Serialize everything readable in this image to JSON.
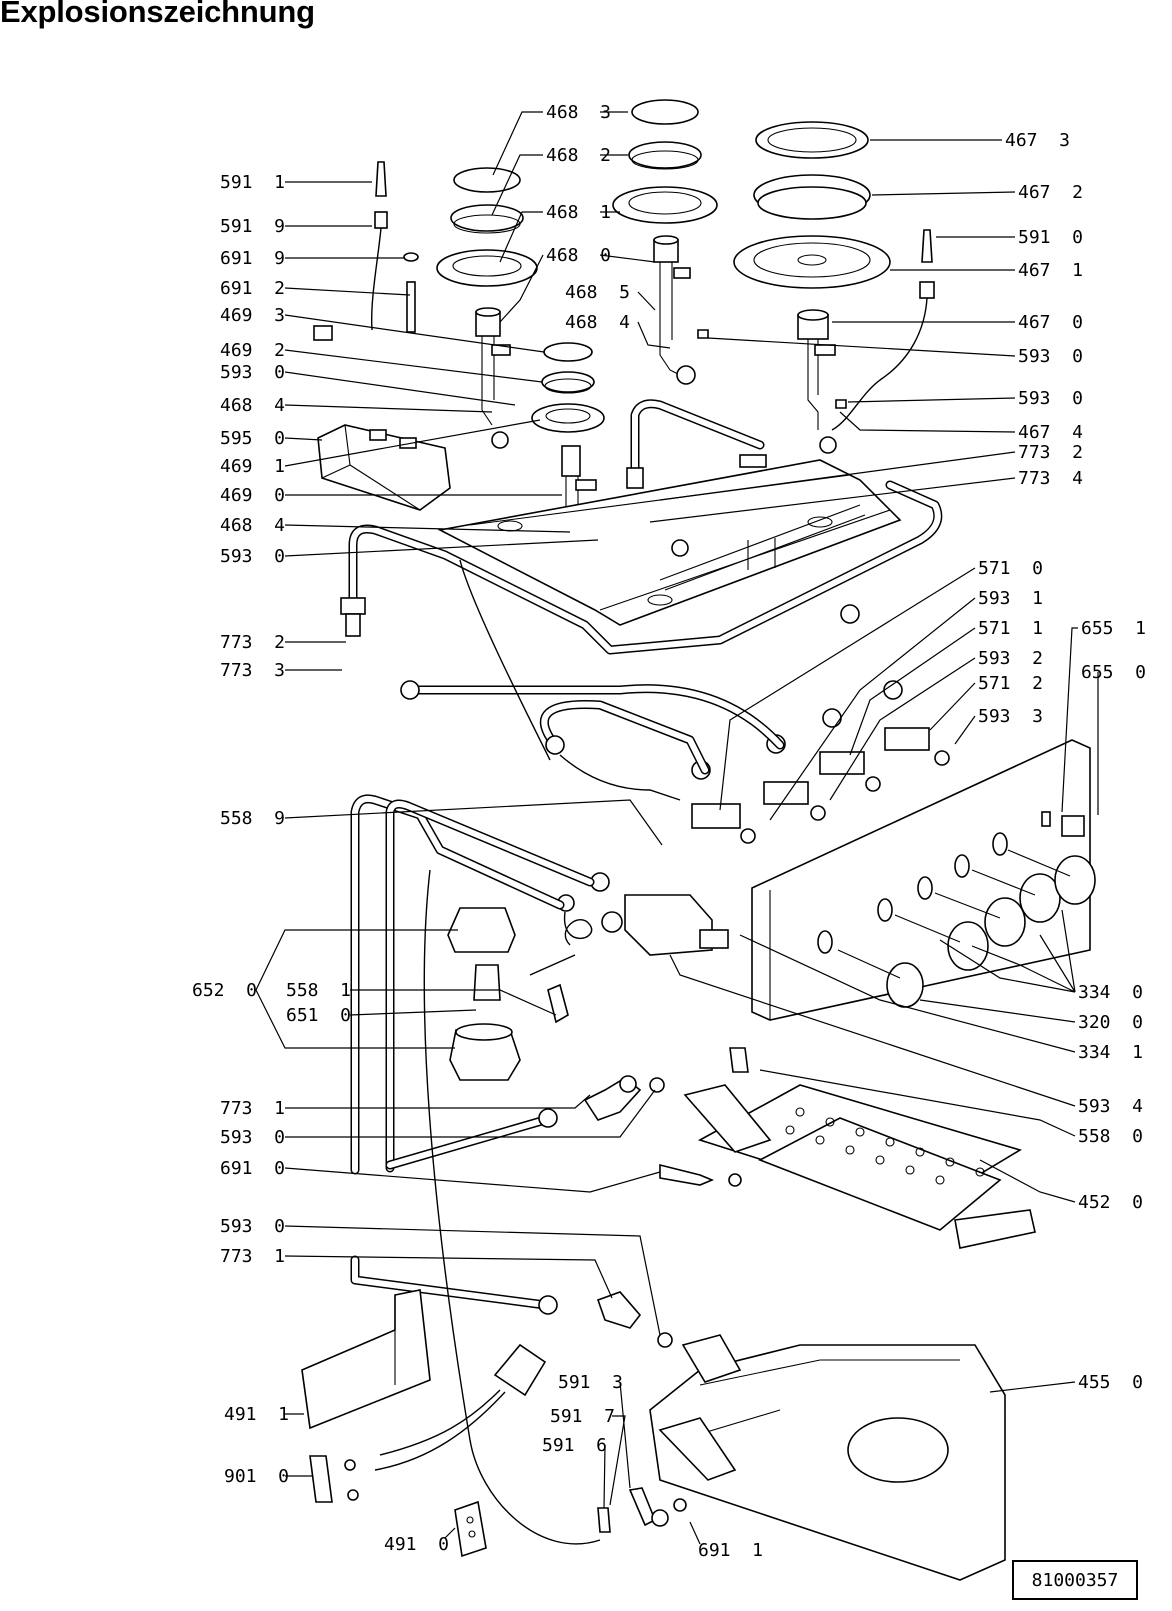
{
  "title": "Explosionszeichnung",
  "document_number": "81000357",
  "callouts": [
    {
      "id": "c1",
      "label": "468  3"
    },
    {
      "id": "c2",
      "label": "468  2"
    },
    {
      "id": "c3",
      "label": "468  1"
    },
    {
      "id": "c4",
      "label": "468  0"
    },
    {
      "id": "c5",
      "label": "468  5"
    },
    {
      "id": "c6",
      "label": "468  4"
    },
    {
      "id": "c7",
      "label": "467  3"
    },
    {
      "id": "c8",
      "label": "467  2"
    },
    {
      "id": "c9",
      "label": "591  0"
    },
    {
      "id": "c10",
      "label": "467  1"
    },
    {
      "id": "c11",
      "label": "467  0"
    },
    {
      "id": "c12",
      "label": "593  0"
    },
    {
      "id": "c13",
      "label": "593  0"
    },
    {
      "id": "c14",
      "label": "467  4"
    },
    {
      "id": "c15",
      "label": "773  2"
    },
    {
      "id": "c16",
      "label": "773  4"
    },
    {
      "id": "c17",
      "label": "591  1"
    },
    {
      "id": "c18",
      "label": "591  9"
    },
    {
      "id": "c19",
      "label": "691  9"
    },
    {
      "id": "c20",
      "label": "691  2"
    },
    {
      "id": "c21",
      "label": "469  3"
    },
    {
      "id": "c22",
      "label": "469  2"
    },
    {
      "id": "c23",
      "label": "593  0"
    },
    {
      "id": "c24",
      "label": "468  4"
    },
    {
      "id": "c25",
      "label": "595  0"
    },
    {
      "id": "c26",
      "label": "469  1"
    },
    {
      "id": "c27",
      "label": "469  0"
    },
    {
      "id": "c28",
      "label": "468  4"
    },
    {
      "id": "c29",
      "label": "593  0"
    },
    {
      "id": "c30",
      "label": "773  2"
    },
    {
      "id": "c31",
      "label": "773  3"
    },
    {
      "id": "c32",
      "label": "571  0"
    },
    {
      "id": "c33",
      "label": "593  1"
    },
    {
      "id": "c34",
      "label": "571  1"
    },
    {
      "id": "c35",
      "label": "593  2"
    },
    {
      "id": "c36",
      "label": "571  2"
    },
    {
      "id": "c37",
      "label": "593  3"
    },
    {
      "id": "c38",
      "label": "655  1"
    },
    {
      "id": "c39",
      "label": "655  0"
    },
    {
      "id": "c40",
      "label": "558  9"
    },
    {
      "id": "c41",
      "label": "652  0"
    },
    {
      "id": "c42",
      "label": "558  1"
    },
    {
      "id": "c43",
      "label": "651  0"
    },
    {
      "id": "c44",
      "label": "334  0"
    },
    {
      "id": "c45",
      "label": "320  0"
    },
    {
      "id": "c46",
      "label": "334  1"
    },
    {
      "id": "c47",
      "label": "773  1"
    },
    {
      "id": "c48",
      "label": "593  0"
    },
    {
      "id": "c49",
      "label": "593  4"
    },
    {
      "id": "c50",
      "label": "558  0"
    },
    {
      "id": "c51",
      "label": "691  0"
    },
    {
      "id": "c52",
      "label": "452  0"
    },
    {
      "id": "c53",
      "label": "593  0"
    },
    {
      "id": "c54",
      "label": "773  1"
    },
    {
      "id": "c55",
      "label": "455  0"
    },
    {
      "id": "c56",
      "label": "591  3"
    },
    {
      "id": "c57",
      "label": "591  7"
    },
    {
      "id": "c58",
      "label": "591  6"
    },
    {
      "id": "c59",
      "label": "491  1"
    },
    {
      "id": "c60",
      "label": "901  0"
    },
    {
      "id": "c61",
      "label": "491  0"
    },
    {
      "id": "c62",
      "label": "691  1"
    }
  ]
}
